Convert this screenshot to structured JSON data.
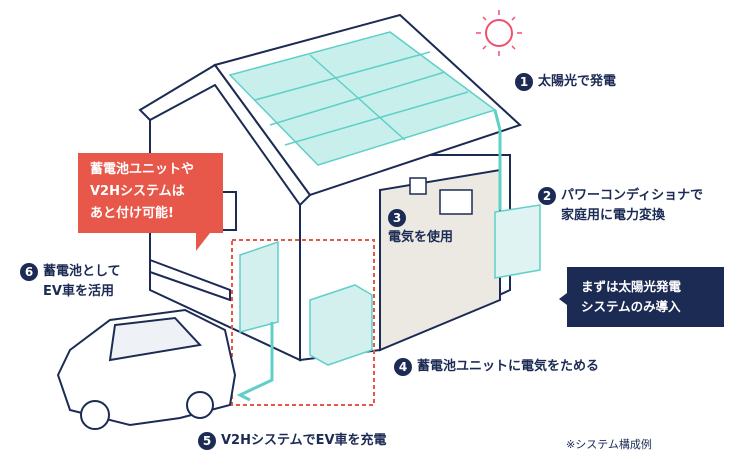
{
  "steps": [
    {
      "num": "1",
      "lines": [
        "太陽光で発電"
      ]
    },
    {
      "num": "2",
      "lines": [
        "パワーコンディショナで",
        "家庭用に電力変換"
      ]
    },
    {
      "num": "3",
      "lines": [
        "電気を使用"
      ]
    },
    {
      "num": "4",
      "lines": [
        "蓄電池ユニットに電気をためる"
      ]
    },
    {
      "num": "5",
      "lines": [
        "V2HシステムでEV車を充電"
      ]
    },
    {
      "num": "6",
      "lines": [
        "蓄電池として",
        "EV車を活用"
      ]
    }
  ],
  "callout_retrofit": [
    "蓄電池ユニットや",
    "V2Hシステムは",
    "あと付け可能!"
  ],
  "callout_solar_first": [
    "まずは太陽光発電",
    "システムのみ導入"
  ],
  "note": "※システム構成例",
  "colors": {
    "navy": "#1c2b54",
    "red": "#e8584a",
    "teal": "#5fd0c8",
    "panel": "#c9efec",
    "sun": "#f0506e"
  }
}
